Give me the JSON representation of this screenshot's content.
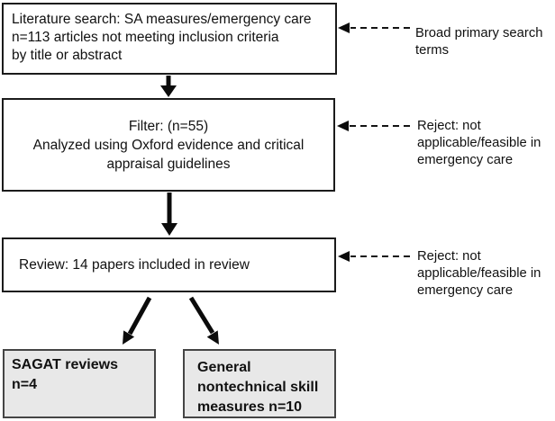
{
  "flow": {
    "boxes": [
      {
        "name": "literature-search",
        "text": "Literature search: SA measures/emergency care\nn=113 articles not meeting inclusion criteria\nby title or abstract"
      },
      {
        "name": "filter",
        "text": "Filter: (n=55)\nAnalyzed using Oxford evidence and critical\nappraisal guidelines"
      },
      {
        "name": "review",
        "text": "Review: 14 papers included in review"
      },
      {
        "name": "sagat-reviews",
        "text": "SAGAT reviews n=4"
      },
      {
        "name": "general-nontechnical",
        "text": "General\nnontechnical skill\nmeasures n=10"
      }
    ],
    "annotations": [
      {
        "name": "broad-terms",
        "text": "Broad primary search\nterms"
      },
      {
        "name": "reject-filter",
        "text": "Reject: not\napplicable/feasible in\nemergency care"
      },
      {
        "name": "reject-review",
        "text": "Reject: not\napplicable/feasible in\nemergency care"
      }
    ]
  },
  "colors": {
    "background": "#ffffff",
    "box_border": "#1b1b1b",
    "shaded_box_fill": "#e8e8e8",
    "shaded_box_border": "#454545",
    "arrow": "#0b0b0b",
    "text": "#111111"
  }
}
